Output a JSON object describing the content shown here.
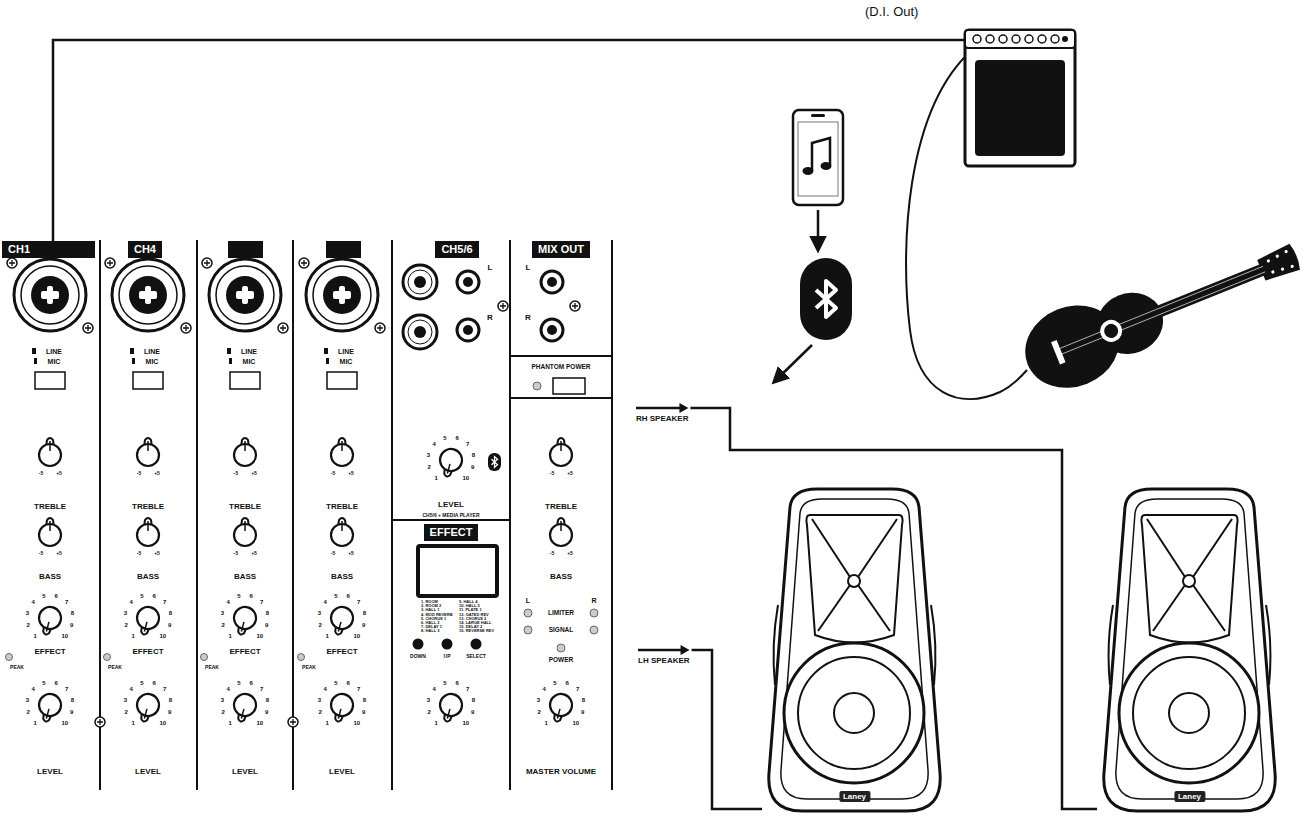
{
  "diagram": {
    "nodes": [
      {
        "text": [
          "(D.I. Out)"
        ]
      },
      {
        "text": [
          "CH1"
        ]
      },
      {
        "text": [
          "CH4"
        ]
      },
      {
        "text": [
          "CH5/6"
        ]
      },
      {
        "text": [
          "EFFECT"
        ]
      },
      {
        "text": [
          "MIX OUT"
        ]
      },
      {
        "text": [
          "RH SPEAKER"
        ]
      },
      {
        "text": [
          "LH SPEAKER"
        ]
      },
      {
        "text": [
          "Laney"
        ]
      },
      {
        "text": [
          "Laney"
        ]
      }
    ],
    "edges": [
      {
        "from": 6,
        "to": 9,
        "arrow": "none"
      },
      {
        "from": 7,
        "to": 8,
        "arrow": "none"
      }
    ],
    "labels": [
      "LINE",
      "MIC",
      "-5",
      "+5",
      "TREBLE",
      "-5",
      "+5",
      "BASS",
      "1",
      "2",
      "3",
      "4",
      "5",
      "6",
      "7",
      "8",
      "9",
      "10",
      "EFFECT",
      "PEAK",
      "1",
      "2",
      "3",
      "4",
      "5",
      "6",
      "7",
      "8",
      "9",
      "10",
      "LEVEL",
      "LINE",
      "MIC",
      "-5",
      "+5",
      "TREBLE",
      "-5",
      "+5",
      "BASS",
      "1",
      "2",
      "3",
      "4",
      "5",
      "6",
      "7",
      "8",
      "9",
      "10",
      "EFFECT",
      "PEAK",
      "1",
      "2",
      "3",
      "4",
      "5",
      "6",
      "7",
      "8",
      "9",
      "10",
      "LEVEL",
      "LINE",
      "MIC",
      "-5",
      "+5",
      "TREBLE",
      "-5",
      "+5",
      "BASS",
      "1",
      "2",
      "3",
      "4",
      "5",
      "6",
      "7",
      "8",
      "9",
      "10",
      "EFFECT",
      "PEAK",
      "1",
      "2",
      "3",
      "4",
      "5",
      "6",
      "7",
      "8",
      "9",
      "10",
      "LEVEL",
      "LINE",
      "MIC",
      "-5",
      "+5",
      "TREBLE",
      "-5",
      "+5",
      "BASS",
      "1",
      "2",
      "3",
      "4",
      "5",
      "6",
      "7",
      "8",
      "9",
      "10",
      "EFFECT",
      "PEAK",
      "1",
      "2",
      "3",
      "4",
      "5",
      "6",
      "7",
      "8",
      "9",
      "10",
      "LEVEL",
      "L",
      "R",
      "1",
      "2",
      "3",
      "4",
      "5",
      "6",
      "7",
      "8",
      "9",
      "10",
      "LEVEL",
      "CH5/6 + MEDIA PLAYER",
      "1. ROOM",
      "2. ROOM 2",
      "3. HALL 1",
      "4. MOD REVERB",
      "5. CHORUS 1",
      "6. HALL 2",
      "7. DELAY 1",
      "8. HALL 3",
      "9. HALL 4",
      "10. HALL 5",
      "11. PLATE 1",
      "12. GATED REV",
      "13. CHORUS 2",
      "14. LARGE HALL",
      "15. DELAY 2",
      "16. REVERSE REV",
      "DOWN",
      "UP",
      "SELECT",
      "1",
      "2",
      "3",
      "4",
      "5",
      "6",
      "7",
      "8",
      "9",
      "10",
      "L",
      "R",
      "PHANTOM POWER",
      "-5",
      "+5",
      "TREBLE",
      "-5",
      "+5",
      "BASS",
      "L",
      "R",
      "LIMITER",
      "SIGNAL",
      "POWER",
      "1",
      "2",
      "3",
      "4",
      "5",
      "6",
      "7",
      "8",
      "9",
      "10",
      "MASTER VOLUME"
    ]
  }
}
